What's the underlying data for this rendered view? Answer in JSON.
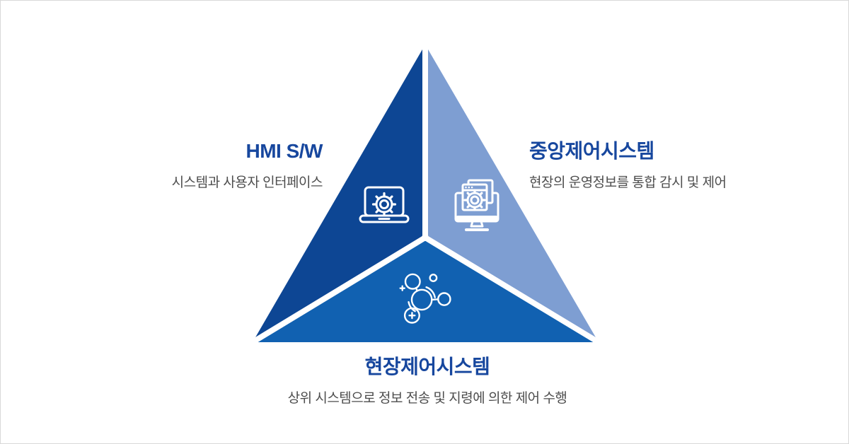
{
  "colors": {
    "background": "#ffffff",
    "border": "#d9d9d9",
    "hmi_section": "#0d4694",
    "central_section": "#7e9ed2",
    "field_section": "#1161b1",
    "divider": "#ffffff",
    "icon_stroke": "#ffffff",
    "title": "#17479e",
    "subtitle": "#4d4d4d"
  },
  "sections": {
    "hmi": {
      "title": "HMI S/W",
      "subtitle": "시스템과 사용자 인터페이스",
      "icon": "laptop-gear-icon"
    },
    "central": {
      "title": "중앙제어시스템",
      "subtitle": "현장의 운영정보를 통합 감시 및 제어",
      "icon": "monitor-gear-icon"
    },
    "field": {
      "title": "현장제어시스템",
      "subtitle": "상위 시스템으로 정보 전송 및 지령에 의한 제어 수행",
      "icon": "molecule-icon"
    }
  }
}
